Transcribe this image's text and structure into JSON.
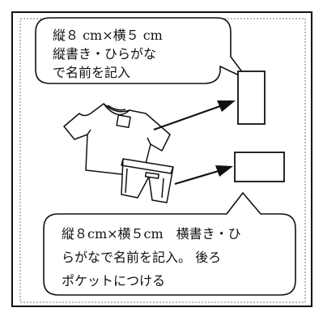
{
  "callout_top": {
    "lines": [
      "縦８ cm×横５ cm",
      "縦書き・ひらがな",
      "で名前を記入"
    ]
  },
  "callout_bottom": {
    "lines": [
      "縦８cm×横５cm　横書き・ひ",
      "らがなで名前を記入。 後ろ",
      "ポケットにつける"
    ]
  },
  "colors": {
    "stroke": "#111111",
    "background": "#ffffff"
  }
}
